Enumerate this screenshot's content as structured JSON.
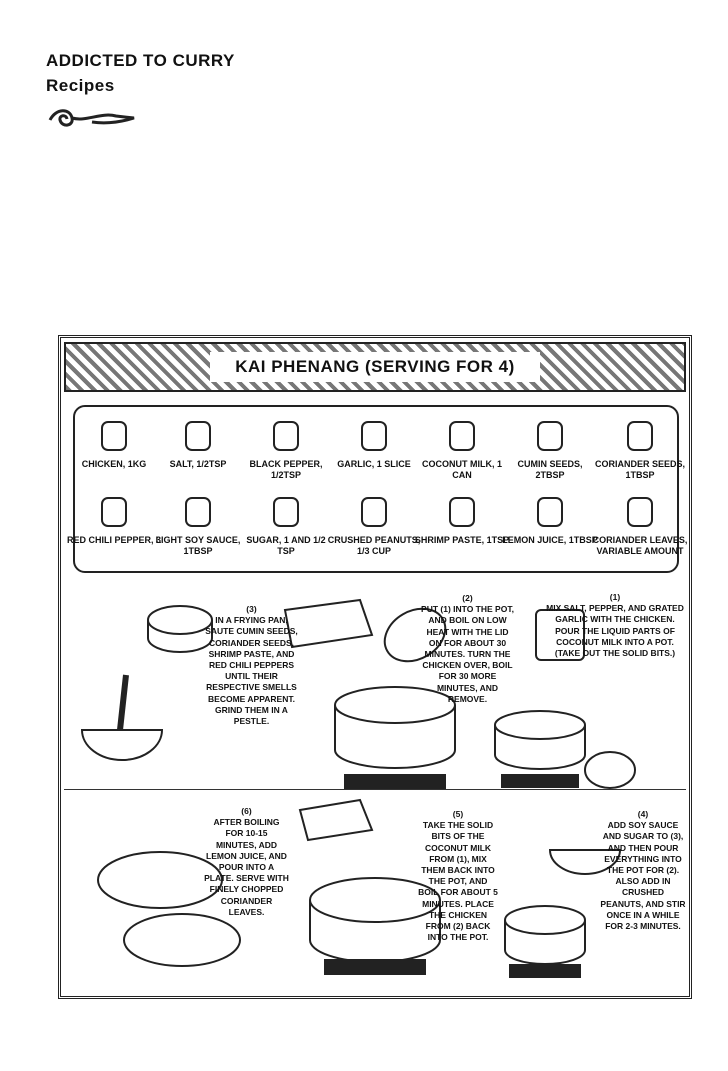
{
  "header": {
    "line1": "Addicted to Curry",
    "line2": "Recipes"
  },
  "recipe_title": "Kai Phenang (Serving for 4)",
  "ingredients": [
    {
      "label": "Chicken, 1kg",
      "icon": "chicken-tray-icon"
    },
    {
      "label": "Salt, 1/2tsp",
      "icon": "salt-shaker-icon"
    },
    {
      "label": "Black Pepper, 1/2tsp",
      "icon": "peppercorn-icon"
    },
    {
      "label": "Garlic, 1 slice",
      "icon": "garlic-icon"
    },
    {
      "label": "Coconut Milk, 1 can",
      "icon": "can-icon"
    },
    {
      "label": "Cumin Seeds, 2tbsp",
      "icon": "cumin-icon"
    },
    {
      "label": "Coriander Seeds, 1tbsp",
      "icon": "coriander-seed-icon"
    },
    {
      "label": "Red Chili Pepper, 3",
      "icon": "chili-icon"
    },
    {
      "label": "Light Soy Sauce, 1tbsp",
      "icon": "bottle-icon"
    },
    {
      "label": "Sugar, 1 and 1/2 tsp",
      "icon": "sugar-jar-icon"
    },
    {
      "label": "Crushed Peanuts, 1/3 cup",
      "icon": "peanut-icon"
    },
    {
      "label": "Shrimp Paste, 1tsp",
      "icon": "jar-icon"
    },
    {
      "label": "Lemon Juice, 1tbsp",
      "icon": "lemon-icon"
    },
    {
      "label": "Coriander Leaves, variable amount",
      "icon": "herb-icon"
    }
  ],
  "steps": [
    {
      "num": "(1)",
      "text": "Mix salt, pepper, and grated garlic with the chicken. Pour the liquid parts of coconut milk into a pot. (Take out the solid bits.)"
    },
    {
      "num": "(2)",
      "text": "Put (1) into the pot, and boil on low heat with the lid on for about 30 minutes. Turn the chicken over, boil for 30 more minutes, and remove."
    },
    {
      "num": "(3)",
      "text": "In a frying pan, saute cumin seeds, coriander seeds, shrimp paste, and red chili peppers until their respective smells become apparent. Grind them in a pestle."
    },
    {
      "num": "(4)",
      "text": "Add soy sauce and sugar to (3), and then pour everything into the pot for (2). Also add in crushed peanuts, and stir once in a while for 2-3 minutes."
    },
    {
      "num": "(5)",
      "text": "Take the solid bits of the coconut milk from (1), mix them back into the pot, and boil for about 5 minutes. Place the chicken from (2) back into the pot."
    },
    {
      "num": "(6)",
      "text": "After boiling for 10-15 minutes, add lemon juice, and pour into a plate. Serve with finely chopped coriander leaves."
    }
  ]
}
